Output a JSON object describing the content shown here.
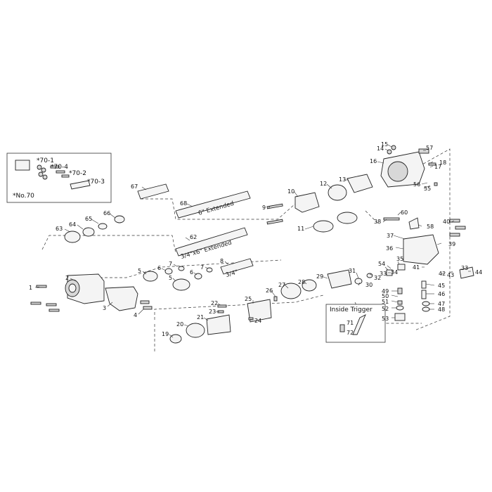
{
  "callouts": [
    "1",
    "2",
    "3",
    "4",
    "5",
    "5",
    "6",
    "6",
    "7",
    "7",
    "8",
    "10",
    "11",
    "12",
    "13",
    "14",
    "15",
    "16",
    "17",
    "18",
    "19",
    "20",
    "21",
    "22",
    "23",
    "24",
    "25",
    "26",
    "27",
    "28",
    "29",
    "30",
    "31",
    "32",
    "33",
    "33",
    "34",
    "35",
    "36",
    "37",
    "38",
    "39",
    "40",
    "41",
    "42",
    "43",
    "44",
    "45",
    "46",
    "47",
    "48",
    "49",
    "50",
    "51",
    "52",
    "53",
    "54",
    "55",
    "56",
    "57",
    "58",
    "60",
    "62",
    "63",
    "64",
    "65",
    "66",
    "67",
    "68",
    "9",
    "71",
    "72"
  ],
  "kit": {
    "labels": [
      "*70-1",
      "*70-4",
      "*70-2",
      "*70-3"
    ],
    "note": "*No.70"
  },
  "anvil_texts": {
    "a68": "6\" Extended",
    "a62": "3/4\"x6\" Extended",
    "a8": "3/4\""
  },
  "inset": {
    "title": "Inside Trigger",
    "labels": [
      "71",
      "72"
    ]
  }
}
